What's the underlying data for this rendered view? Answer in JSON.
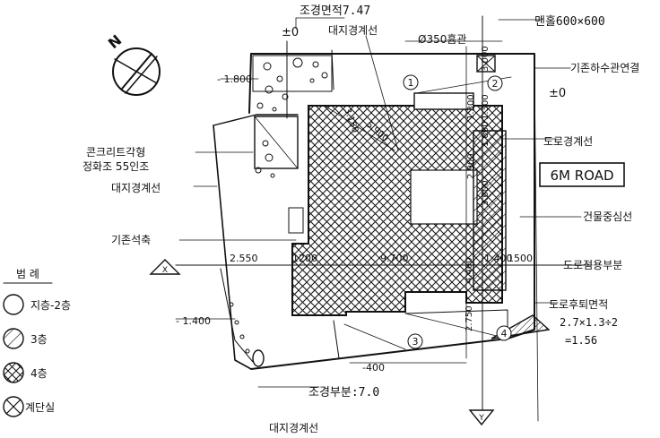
{
  "north_label": "N",
  "road_label": "6M ROAD",
  "legend": {
    "title": "범 례",
    "items": [
      {
        "label": "지층-2층"
      },
      {
        "label": "3층"
      },
      {
        "label": "4층"
      },
      {
        "label": "계단실"
      }
    ]
  },
  "annotations": {
    "landscape_area": "조경면적7.47",
    "zero_top": "±0",
    "site_boundary_top": "대지경계선",
    "pipe": "Ø350흄관",
    "manhole": "맨홀600×600",
    "sewer": "기존하수관연결",
    "zero_right": "±0",
    "road_boundary": "도로경계선",
    "septic_line1": "콘크리트각형",
    "septic_line2": "정화조 55인조",
    "site_boundary_left": "대지경계선",
    "building_center": "건물중심선",
    "stone_wall": "기존석축",
    "road_use": "도로점용부분",
    "setback_line1": "도로후퇴면적",
    "setback_line2": "2.7×1.3÷2",
    "setback_line3": "=1.56",
    "landscape_part": "조경부분:7.0",
    "site_boundary_bottom": "대지경계선",
    "level_1800": "- 1.800",
    "level_1400": "- 1.400",
    "level_400": "-400"
  },
  "dimensions": {
    "d2550": "2.550",
    "d1200": "1200",
    "d9700": "9.700",
    "d1400": "1.400",
    "d1500": "1500",
    "v3000": "3.000",
    "v1300a": "1.300",
    "v1300b": "1.300",
    "v1800": "1.800",
    "v2900": "2.900",
    "v3600": "3.600",
    "v4400": "4.400",
    "v2750": "2.750",
    "slant_3150": "3.150",
    "slant_5900": "5.900"
  },
  "markers": {
    "x": "X",
    "y": "Y",
    "c1": "1",
    "c2": "2",
    "c3": "3",
    "c4": "4"
  }
}
